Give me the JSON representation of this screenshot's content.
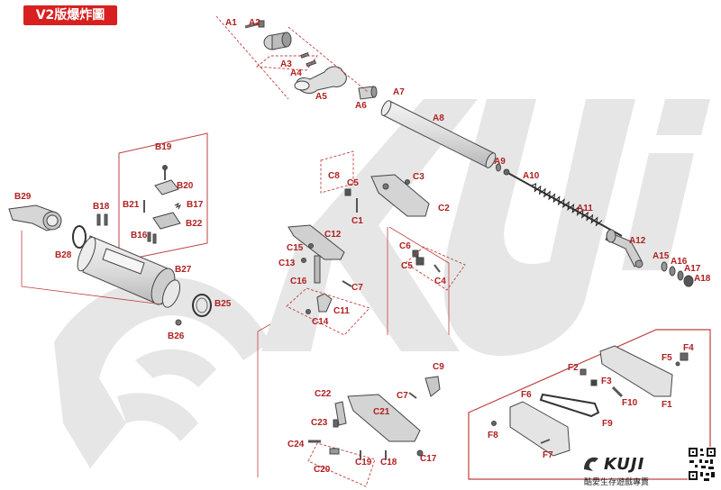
{
  "title": "V2版爆炸圖",
  "watermark": "KUJI",
  "brand": {
    "logo_text": "KUJI",
    "tagline": "酷愛生存遊戲專賣"
  },
  "colors": {
    "label_red": "#b02020",
    "badge_red": "#d82020",
    "line_gray": "#444444",
    "frame_red": "#c04040",
    "watermark_gray": "#e4e4e4"
  },
  "parts": [
    {
      "id": "a1",
      "label": "A1"
    },
    {
      "id": "a2",
      "label": "A2"
    },
    {
      "id": "a3",
      "label": "A3"
    },
    {
      "id": "a4",
      "label": "A4"
    },
    {
      "id": "a5",
      "label": "A5"
    },
    {
      "id": "a6",
      "label": "A6"
    },
    {
      "id": "a7",
      "label": "A7"
    },
    {
      "id": "a8",
      "label": "A8"
    },
    {
      "id": "a9",
      "label": "A9"
    },
    {
      "id": "a10",
      "label": "A10"
    },
    {
      "id": "a11",
      "label": "A11"
    },
    {
      "id": "a12",
      "label": "A12"
    },
    {
      "id": "a15",
      "label": "A15"
    },
    {
      "id": "a16",
      "label": "A16"
    },
    {
      "id": "a17",
      "label": "A17"
    },
    {
      "id": "a18",
      "label": "A18"
    },
    {
      "id": "b16",
      "label": "B16"
    },
    {
      "id": "b17",
      "label": "B17"
    },
    {
      "id": "b18",
      "label": "B18"
    },
    {
      "id": "b19",
      "label": "B19"
    },
    {
      "id": "b20",
      "label": "B20"
    },
    {
      "id": "b21",
      "label": "B21"
    },
    {
      "id": "b22",
      "label": "B22"
    },
    {
      "id": "b25",
      "label": "B25"
    },
    {
      "id": "b26",
      "label": "B26"
    },
    {
      "id": "b27",
      "label": "B27"
    },
    {
      "id": "b28",
      "label": "B28"
    },
    {
      "id": "b29",
      "label": "B29"
    },
    {
      "id": "c1",
      "label": "C1"
    },
    {
      "id": "c2",
      "label": "C2"
    },
    {
      "id": "c3",
      "label": "C3"
    },
    {
      "id": "c4",
      "label": "C4"
    },
    {
      "id": "c5a",
      "label": "C5"
    },
    {
      "id": "c5b",
      "label": "C5"
    },
    {
      "id": "c6",
      "label": "C6"
    },
    {
      "id": "c7a",
      "label": "C7"
    },
    {
      "id": "c7b",
      "label": "C7"
    },
    {
      "id": "c8",
      "label": "C8"
    },
    {
      "id": "c9",
      "label": "C9"
    },
    {
      "id": "c11",
      "label": "C11"
    },
    {
      "id": "c12",
      "label": "C12"
    },
    {
      "id": "c13",
      "label": "C13"
    },
    {
      "id": "c14",
      "label": "C14"
    },
    {
      "id": "c15",
      "label": "C15"
    },
    {
      "id": "c16",
      "label": "C16"
    },
    {
      "id": "c17",
      "label": "C17"
    },
    {
      "id": "c18",
      "label": "C18"
    },
    {
      "id": "c19",
      "label": "C19"
    },
    {
      "id": "c20",
      "label": "C20"
    },
    {
      "id": "c21",
      "label": "C21"
    },
    {
      "id": "c22",
      "label": "C22"
    },
    {
      "id": "c23",
      "label": "C23"
    },
    {
      "id": "c24",
      "label": "C24"
    },
    {
      "id": "f1",
      "label": "F1"
    },
    {
      "id": "f2",
      "label": "F2"
    },
    {
      "id": "f3",
      "label": "F3"
    },
    {
      "id": "f4",
      "label": "F4"
    },
    {
      "id": "f5",
      "label": "F5"
    },
    {
      "id": "f6",
      "label": "F6"
    },
    {
      "id": "f7",
      "label": "F7"
    },
    {
      "id": "f8",
      "label": "F8"
    },
    {
      "id": "f9",
      "label": "F9"
    },
    {
      "id": "f10",
      "label": "F10"
    }
  ]
}
